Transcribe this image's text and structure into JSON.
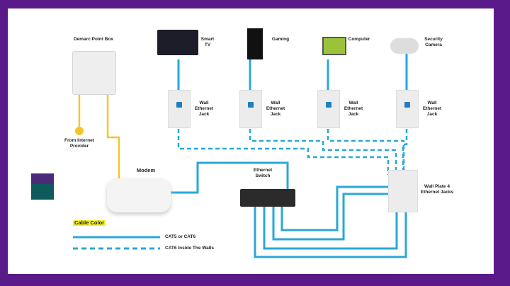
{
  "title": "Home Ethernet Wiring Diagram",
  "colors": {
    "frame": "#5a1a8a",
    "cable": "#29a8d8",
    "coax": "#f0c62b",
    "highlight": "#f5ef2a"
  },
  "nodes": {
    "demarc": "Demarc Point Box",
    "provider": "From Internet Provider",
    "modem": "Modem",
    "switch": "Ethernet Switch",
    "wallplate": "Wall Plate 4 Ethernet Jacks",
    "devices": [
      {
        "name": "Smart TV",
        "icon": "tv-icon"
      },
      {
        "name": "Gaming",
        "icon": "game-console-icon"
      },
      {
        "name": "Computer",
        "icon": "computer-icon"
      },
      {
        "name": "Security Camera",
        "icon": "camera-icon"
      }
    ],
    "jack_label": "Wall Ethernet Jack"
  },
  "legend": {
    "title": "Cable Color",
    "items": [
      {
        "style": "solid",
        "label": "CAT5 or CAT6"
      },
      {
        "style": "dashed",
        "label": "CAT6 Inside The Walls"
      }
    ]
  }
}
